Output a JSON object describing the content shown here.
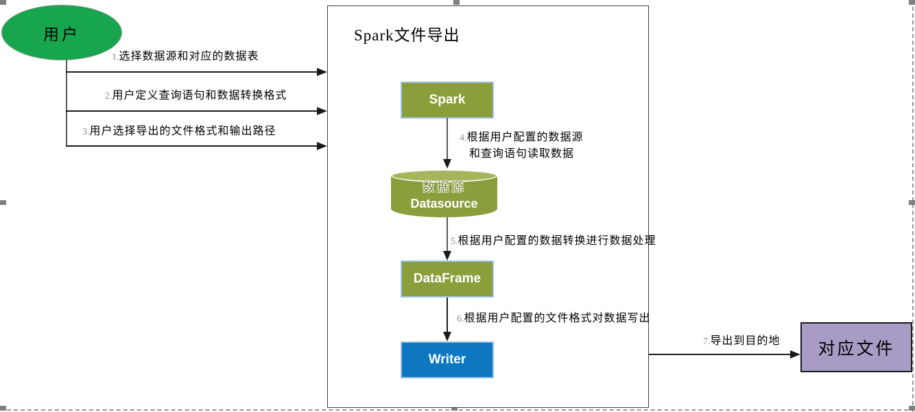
{
  "diagram": {
    "title": "Spark文件导出",
    "actor": {
      "label": "用户"
    },
    "steps": [
      {
        "num": "1.",
        "text": "选择数据源和对应的数据表"
      },
      {
        "num": "2.",
        "text": "用户定义查询语句和数据转换格式"
      },
      {
        "num": "3.",
        "text": "用户选择导出的文件格式和输出路径"
      },
      {
        "num": "4.",
        "text": "根据用户配置的数据源",
        "text2": "和查询语句读取数据"
      },
      {
        "num": "5.",
        "text": "根据用户配置的数据转换进行数据处理"
      },
      {
        "num": "6.",
        "text": "根据用户配置的文件格式对数据写出"
      },
      {
        "num": "7.",
        "text": "导出到目的地"
      }
    ],
    "nodes": {
      "spark": {
        "label": "Spark"
      },
      "datasource": {
        "label_cn": "数据源",
        "label_en": "Datasource"
      },
      "dataframe": {
        "label": "DataFrame"
      },
      "writer": {
        "label": "Writer"
      },
      "output": {
        "label": "对应文件"
      }
    }
  },
  "colors": {
    "actor-green": "#17a54e",
    "olive": "#8a9e3c",
    "olive-light": "#a4b55b",
    "writer-blue": "#0d78bf",
    "node-border-blue": "#9dc3e6",
    "output-purple": "#a89cc6",
    "line": "#1a1a1a",
    "connector-gray": "#595959",
    "number-gray": "#8a8a8a",
    "handle-gray": "#7f7f7f",
    "dash-gray": "#969696"
  }
}
